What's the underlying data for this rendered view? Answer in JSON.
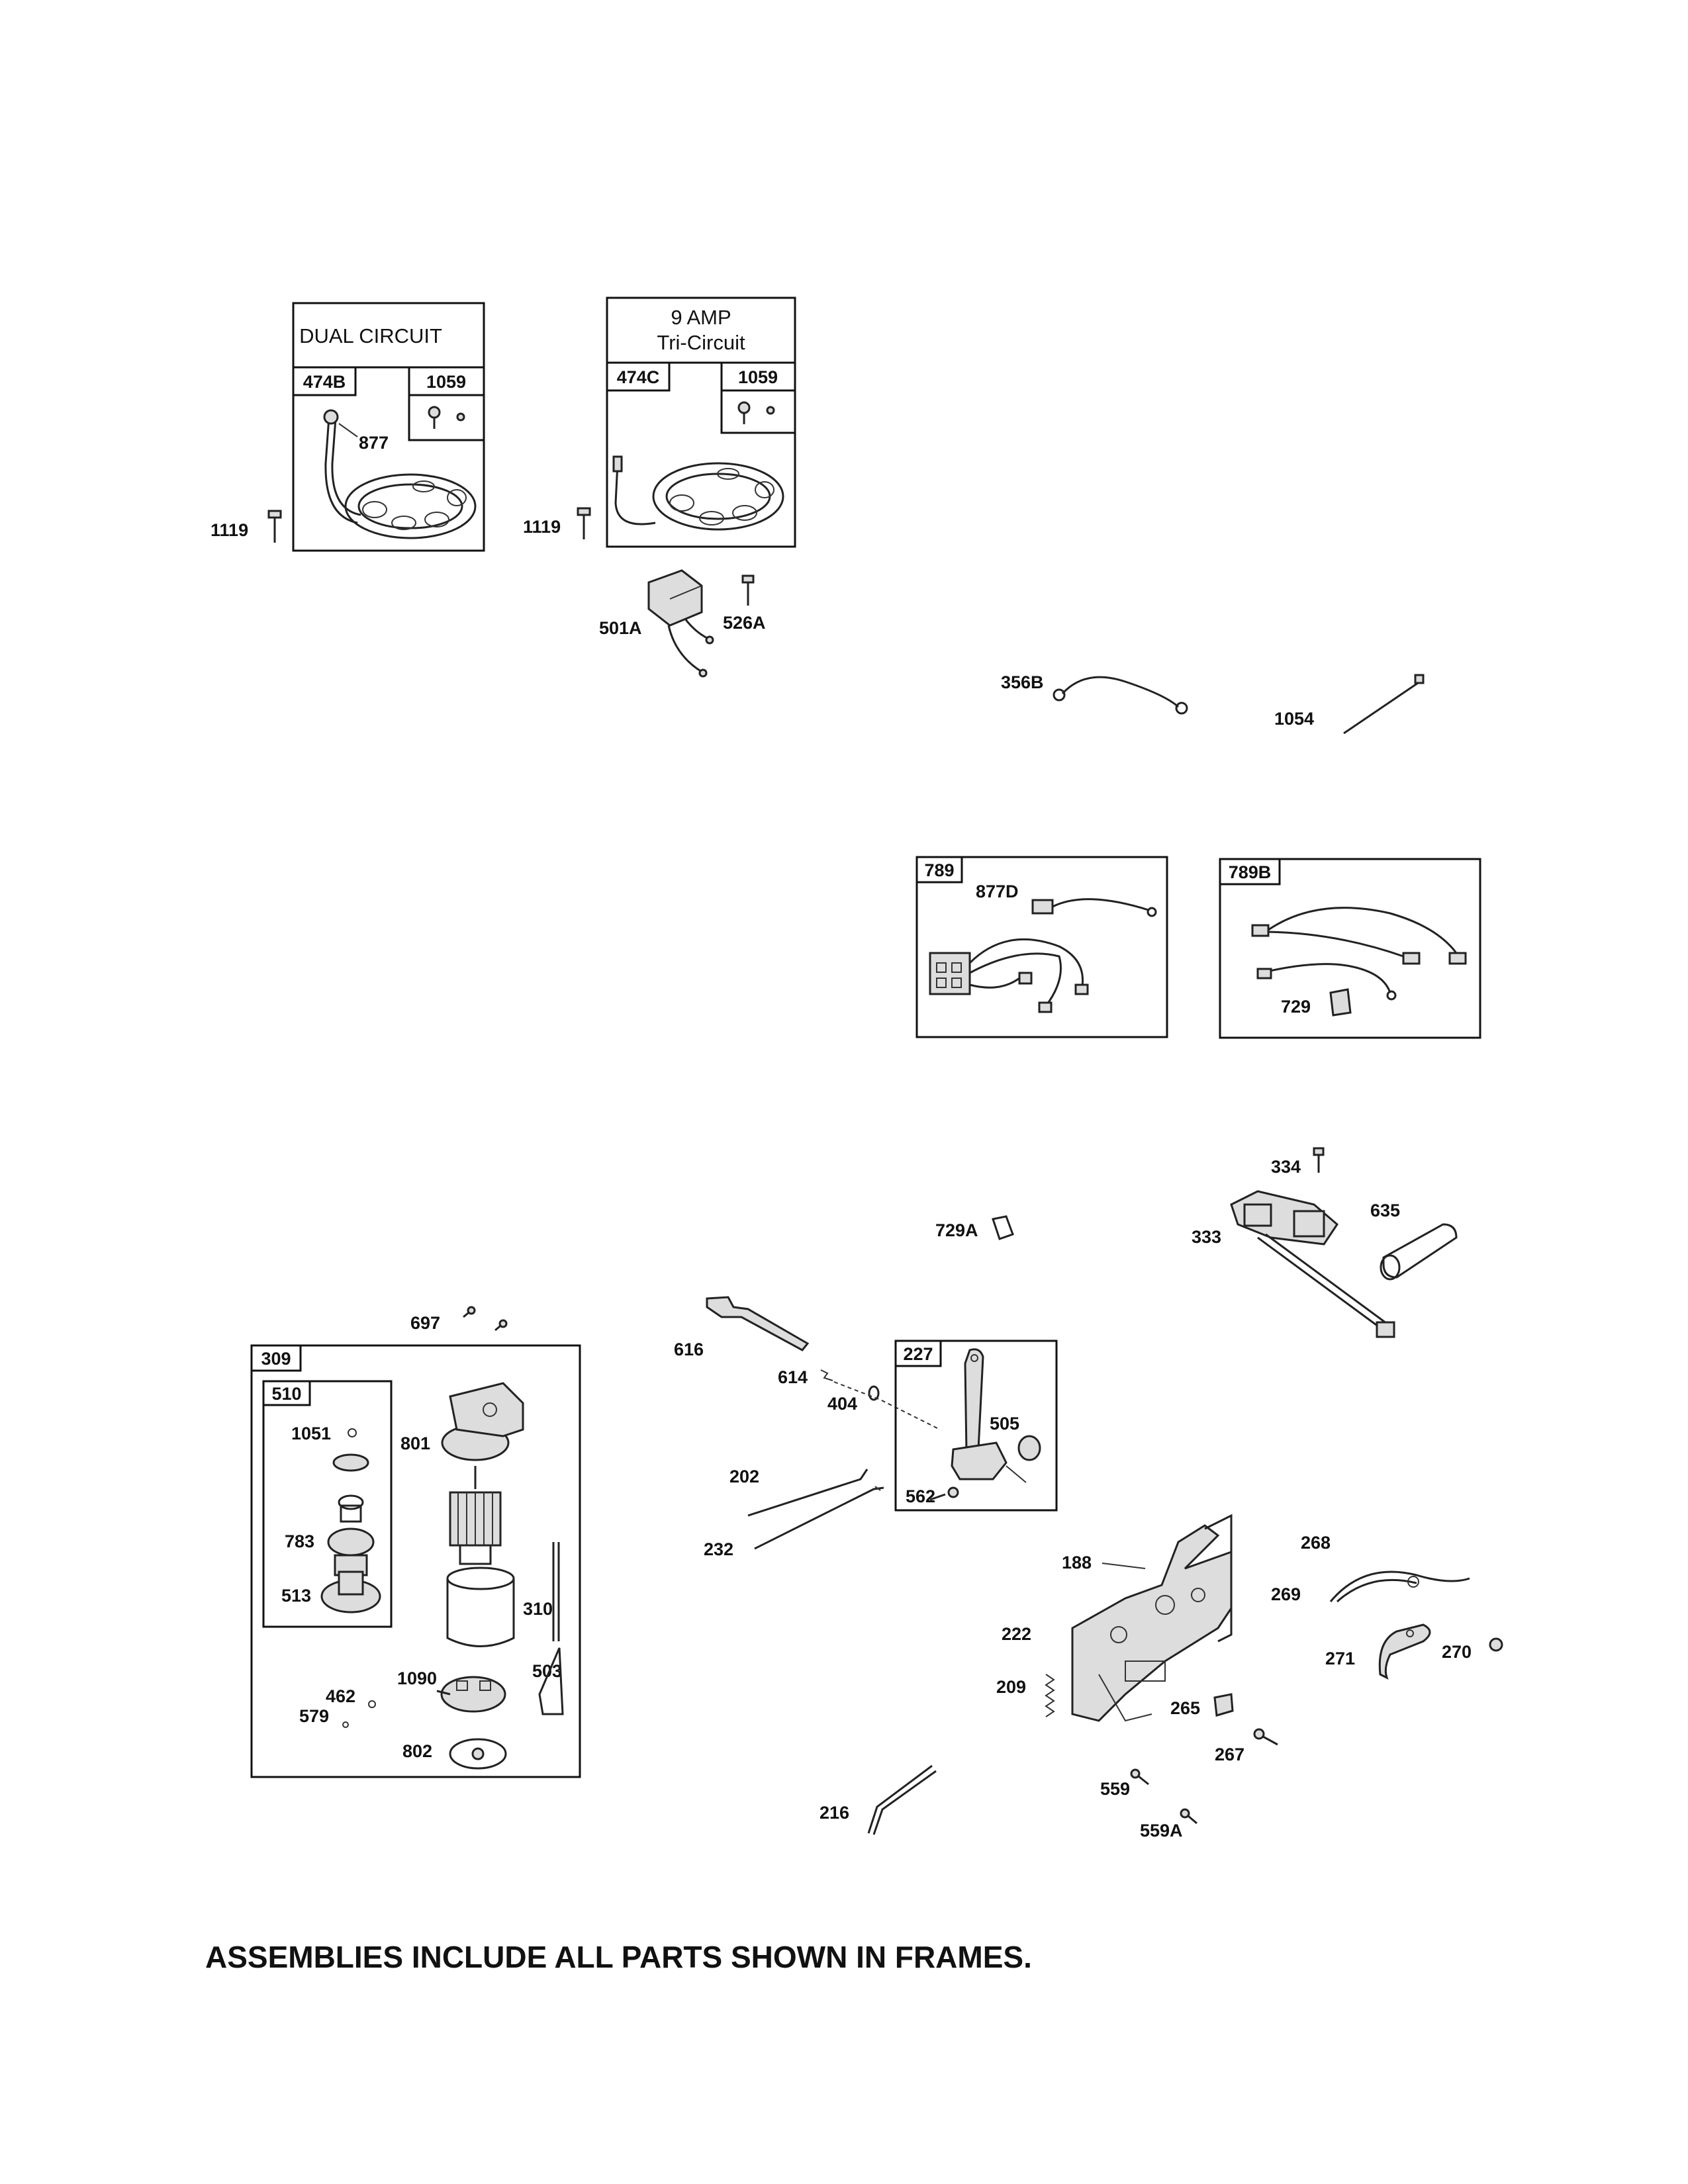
{
  "frames": {
    "dual_circuit": {
      "title": "DUAL CIRCUIT",
      "tag_main": "474B",
      "tag_sub": "1059"
    },
    "tri_circuit": {
      "title_line1": "9  AMP",
      "title_line2": "Tri-Circuit",
      "tag_main": "474C",
      "tag_sub": "1059"
    },
    "harness_789": {
      "tag": "789"
    },
    "harness_789b": {
      "tag": "789B"
    },
    "starter": {
      "tag": "309"
    },
    "drive": {
      "tag": "510"
    },
    "control": {
      "tag": "227"
    }
  },
  "labels": {
    "l877": "877",
    "l1119a": "1119",
    "l1119b": "1119",
    "l501a": "501A",
    "l526a": "526A",
    "l356b": "356B",
    "l1054": "1054",
    "l877d": "877D",
    "l729": "729",
    "l334": "334",
    "l333": "333",
    "l635": "635",
    "l729a": "729A",
    "l697": "697",
    "l801": "801",
    "l1051": "1051",
    "l783": "783",
    "l513": "513",
    "l310": "310",
    "l503": "503",
    "l1090": "1090",
    "l462": "462",
    "l579": "579",
    "l802": "802",
    "l616": "616",
    "l614": "614",
    "l404": "404",
    "l505": "505",
    "l562": "562",
    "l202": "202",
    "l232": "232",
    "l188": "188",
    "l268": "268",
    "l269": "269",
    "l222": "222",
    "l271": "271",
    "l270": "270",
    "l209": "209",
    "l265": "265",
    "l267": "267",
    "l559": "559",
    "l559a": "559A",
    "l216": "216"
  },
  "footer_note": "ASSEMBLIES INCLUDE ALL PARTS SHOWN IN FRAMES."
}
